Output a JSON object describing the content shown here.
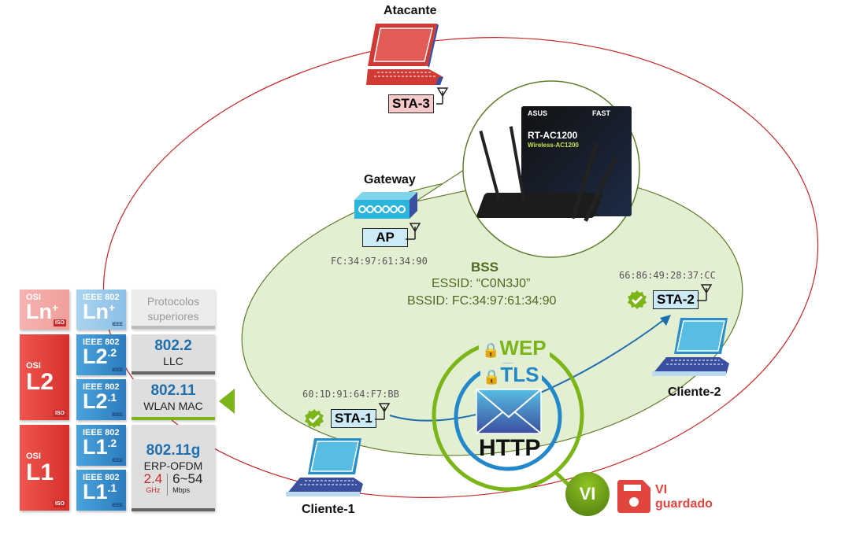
{
  "nodes": {
    "attacker": {
      "title": "Atacante",
      "sta": "STA-3"
    },
    "gateway": {
      "title": "Gateway",
      "sta": "AP",
      "mac": "FC:34:97:61:34:90"
    },
    "client1": {
      "title": "Cliente-1",
      "sta": "STA-1",
      "mac": "60:1D:91:64:F7:BB"
    },
    "client2": {
      "title": "Cliente-2",
      "sta": "STA-2",
      "mac": "66:86:49:28:37:CC"
    }
  },
  "bss": {
    "title": "BSS",
    "essid": "ESSID: “C0N3J0”",
    "bssid": "BSSID: FC:34:97:61:34:90"
  },
  "router_image": {
    "brand": "ASUS",
    "model": "RT-AC1200",
    "subtitle": "Wireless-AC1200",
    "tag": "FAST"
  },
  "encryption": {
    "outer": "WEP",
    "inner": "TLS",
    "payload": "HTTP"
  },
  "iv": {
    "badge": "VI",
    "status_line1": "VI",
    "status_line2": "guardado"
  },
  "stack": {
    "osi": [
      {
        "small": "OSI",
        "big": "Ln",
        "sup": "+",
        "mark": "ISO"
      },
      {
        "small": "OSI",
        "big": "L2",
        "sup": "",
        "mark": "ISO"
      },
      {
        "small": "OSI",
        "big": "L1",
        "sup": "",
        "mark": "ISO"
      }
    ],
    "ieee": [
      {
        "small": "IEEE 802",
        "big": "Ln",
        "sup": "+",
        "mark": "IEEE"
      },
      {
        "small": "IEEE 802",
        "big": "L2",
        "sup": ".2",
        "mark": "IEEE"
      },
      {
        "small": "IEEE 802",
        "big": "L2",
        "sup": ".1",
        "mark": "IEEE"
      },
      {
        "small": "IEEE 802",
        "big": "L1",
        "sup": ".2",
        "mark": "IEEE"
      },
      {
        "small": "IEEE 802",
        "big": "L1",
        "sup": ".1",
        "mark": "IEEE"
      }
    ],
    "protocols": {
      "upper": {
        "line1": "Protocolos",
        "line2": "superiores"
      },
      "llc": {
        "num": "802.2",
        "sub": "LLC"
      },
      "mac": {
        "num": "802.11",
        "sub": "WLAN MAC"
      },
      "phy": {
        "num": "802.11g",
        "sub": "ERP-OFDM",
        "freq": "2.4",
        "freq_unit": "GHz",
        "rate": "6~54",
        "rate_unit": "Mbps"
      }
    }
  },
  "colors": {
    "osi_red": "#d5302b",
    "ieee_blue": "#2c7bbd",
    "bss_green": "#e3efd3",
    "wep_green": "#7cb518",
    "tls_blue": "#2388c9",
    "attacker_red": "#d03a34",
    "iv_red": "#e0463f"
  }
}
